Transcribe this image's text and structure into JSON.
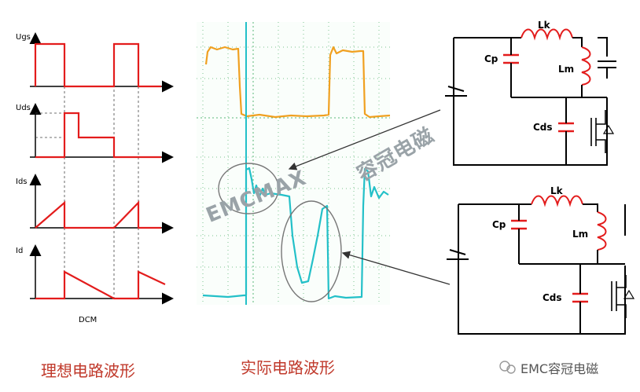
{
  "ideal_waveforms": {
    "labels": {
      "ugs": "Ugs",
      "uds": "Uds",
      "ids": "Ids",
      "id": "Id"
    },
    "mode_label": "DCM",
    "caption": "理想电路波形"
  },
  "actual_waveforms": {
    "caption": "实际电路波形"
  },
  "circuits": {
    "top": {
      "lk": "Lk",
      "cp": "Cp",
      "lm": "Lm",
      "cds": "Cds"
    },
    "bottom": {
      "lk": "Lk",
      "cp": "Cp",
      "lm": "Lm",
      "cds": "Cds"
    }
  },
  "watermarks": {
    "brand": "EMCMAX",
    "chinese": "容冠电磁"
  },
  "footer": {
    "text": "EMC容冠电磁"
  },
  "colors": {
    "ideal_red": "#e31c1c",
    "orange_trace": "#f0a020",
    "cyan_trace": "#23c0c8",
    "grid": "#5ab878"
  }
}
